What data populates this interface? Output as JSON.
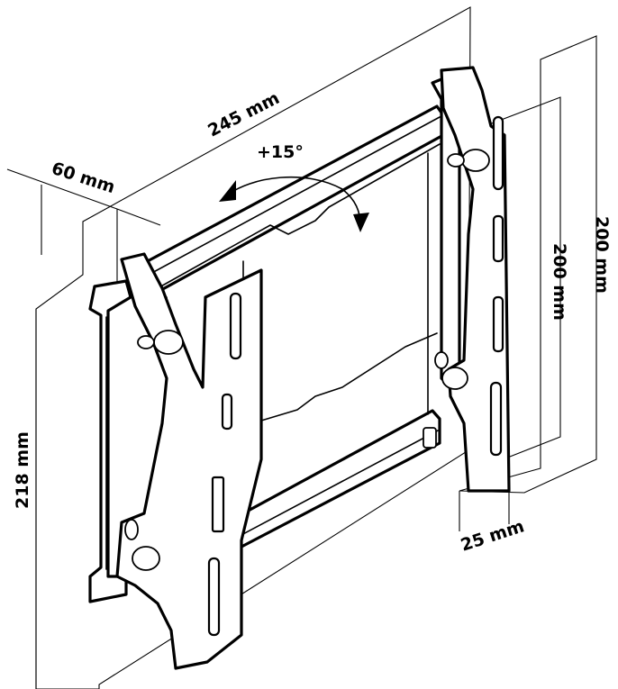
{
  "labels": {
    "width_total": "245 mm",
    "depth": "60 mm",
    "tilt": "+15°",
    "height_total": "218 mm",
    "vesa_horizontal": "200 mm",
    "vesa_vertical": "200 mm",
    "arm_width": "25 mm"
  }
}
